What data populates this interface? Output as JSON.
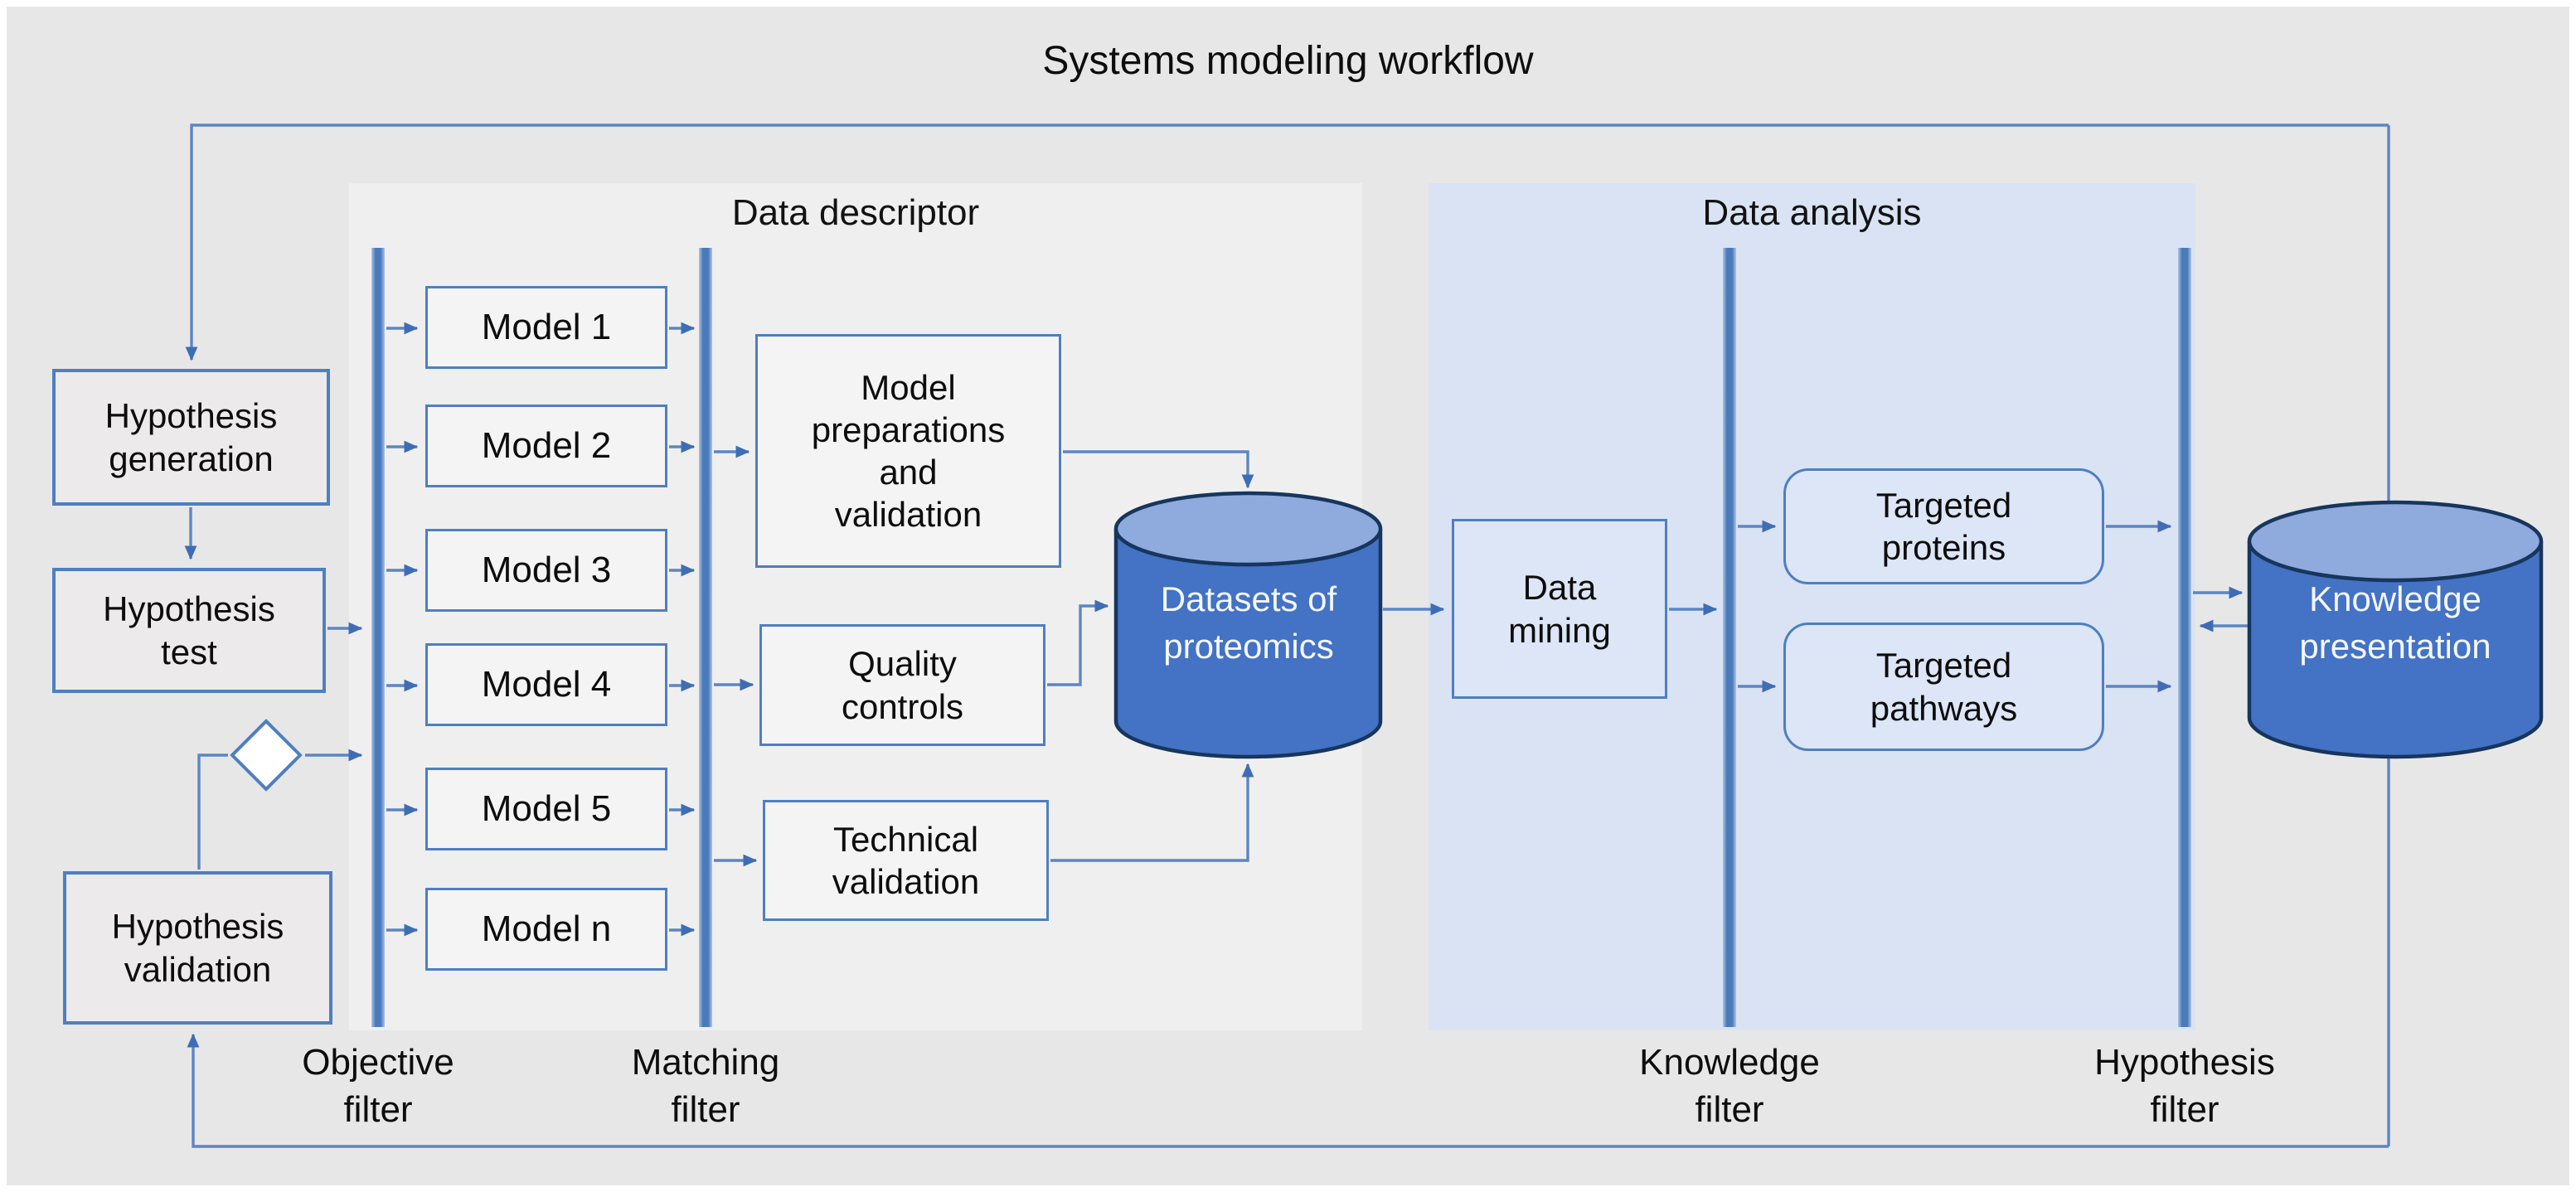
{
  "title": "Systems modeling workflow",
  "panels": {
    "descriptor": {
      "title": "Data descriptor"
    },
    "analysis": {
      "title": "Data analysis"
    }
  },
  "nodes": {
    "hypothesis_generation": "Hypothesis\ngeneration",
    "hypothesis_test": "Hypothesis\ntest",
    "hypothesis_validation": "Hypothesis\nvalidation",
    "models": [
      "Model 1",
      "Model 2",
      "Model 3",
      "Model 4",
      "Model 5",
      "Model n"
    ],
    "model_preparations": "Model\npreparations\nand\nvalidation",
    "quality_controls": "Quality\ncontrols",
    "technical_validation": "Technical\nvalidation",
    "datasets_of_proteomics": "Datasets of\nproteomics",
    "data_mining": "Data\nmining",
    "targeted_proteins": "Targeted\nproteins",
    "targeted_pathways": "Targeted\npathways",
    "knowledge_presentation": "Knowledge\npresentation"
  },
  "filters": {
    "objective": "Objective\nfilter",
    "matching": "Matching\nfilter",
    "knowledge": "Knowledge\nfilter",
    "hypothesis": "Hypothesis\nfilter"
  },
  "colors": {
    "canvas_background": "#e8e7e7",
    "descriptor_panel": "#f0efef",
    "analysis_panel": "#dae3f3",
    "box_border": "#4e7fc1",
    "connector": "#5b86c5",
    "filter_bar": "#4a7ab9",
    "cylinder_body": "#4472c4",
    "cylinder_top": "#8faadc",
    "cylinder_outline": "#17365d",
    "cylinder_text": "#f4f8ff"
  }
}
